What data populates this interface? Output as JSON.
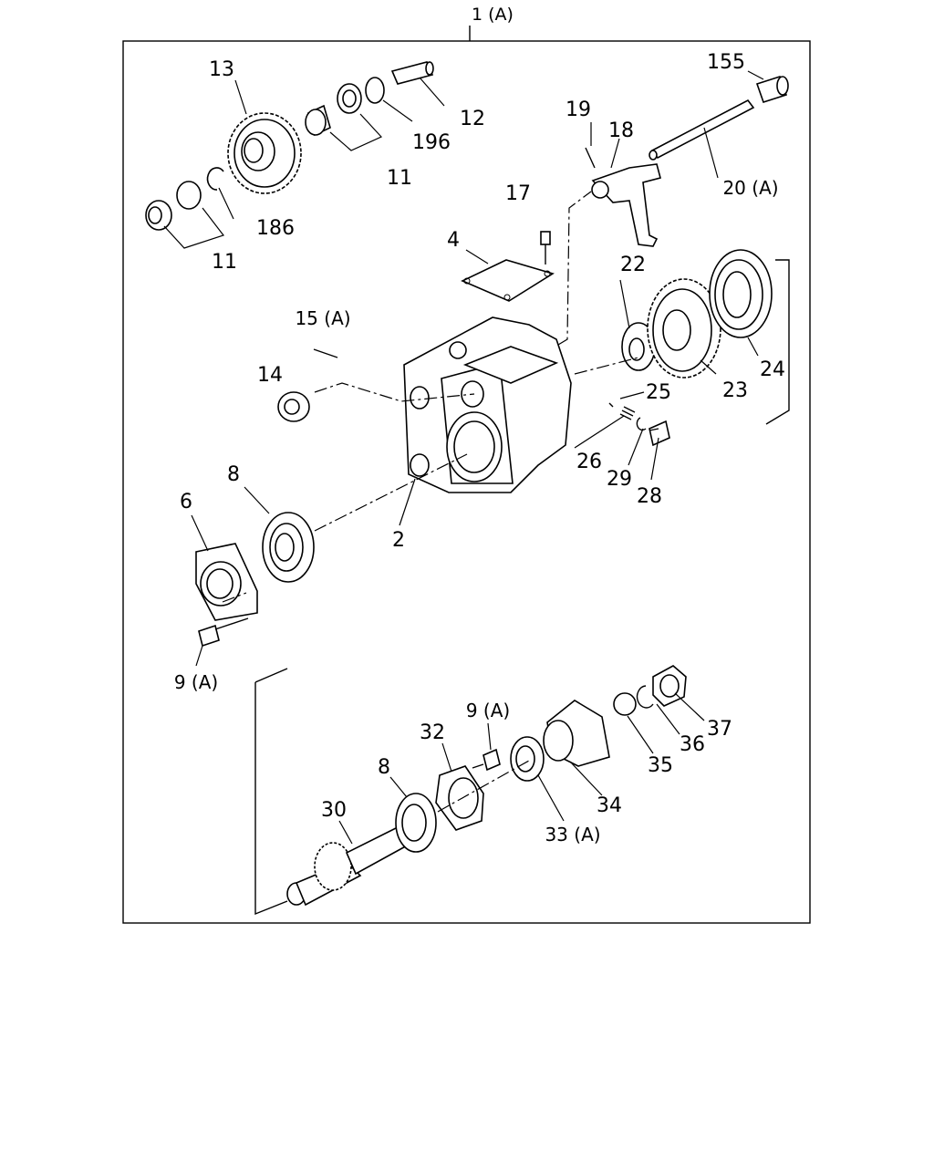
{
  "diagram": {
    "title": "1 (A)",
    "callouts": [
      {
        "id": "c13",
        "text": "13"
      },
      {
        "id": "c12",
        "text": "12"
      },
      {
        "id": "c196",
        "text": "196"
      },
      {
        "id": "c11a",
        "text": "11"
      },
      {
        "id": "c186",
        "text": "186"
      },
      {
        "id": "c11b",
        "text": "11"
      },
      {
        "id": "c155",
        "text": "155"
      },
      {
        "id": "c19",
        "text": "19"
      },
      {
        "id": "c18",
        "text": "18"
      },
      {
        "id": "c20",
        "text": "20 (A)"
      },
      {
        "id": "c17",
        "text": "17"
      },
      {
        "id": "c4",
        "text": "4"
      },
      {
        "id": "c22",
        "text": "22"
      },
      {
        "id": "c24",
        "text": "24"
      },
      {
        "id": "c23",
        "text": "23"
      },
      {
        "id": "c15",
        "text": "15 (A)"
      },
      {
        "id": "c14",
        "text": "14"
      },
      {
        "id": "c25",
        "text": "25"
      },
      {
        "id": "c26",
        "text": "26"
      },
      {
        "id": "c29",
        "text": "29"
      },
      {
        "id": "c28",
        "text": "28"
      },
      {
        "id": "c8a",
        "text": "8"
      },
      {
        "id": "c6",
        "text": "6"
      },
      {
        "id": "c2",
        "text": "2"
      },
      {
        "id": "c9a",
        "text": "9 (A)"
      },
      {
        "id": "c9b",
        "text": "9 (A)"
      },
      {
        "id": "c32",
        "text": "32"
      },
      {
        "id": "c8b",
        "text": "8"
      },
      {
        "id": "c30",
        "text": "30"
      },
      {
        "id": "c37",
        "text": "37"
      },
      {
        "id": "c36",
        "text": "36"
      },
      {
        "id": "c35",
        "text": "35"
      },
      {
        "id": "c34",
        "text": "34"
      },
      {
        "id": "c33",
        "text": "33 (A)"
      }
    ]
  }
}
